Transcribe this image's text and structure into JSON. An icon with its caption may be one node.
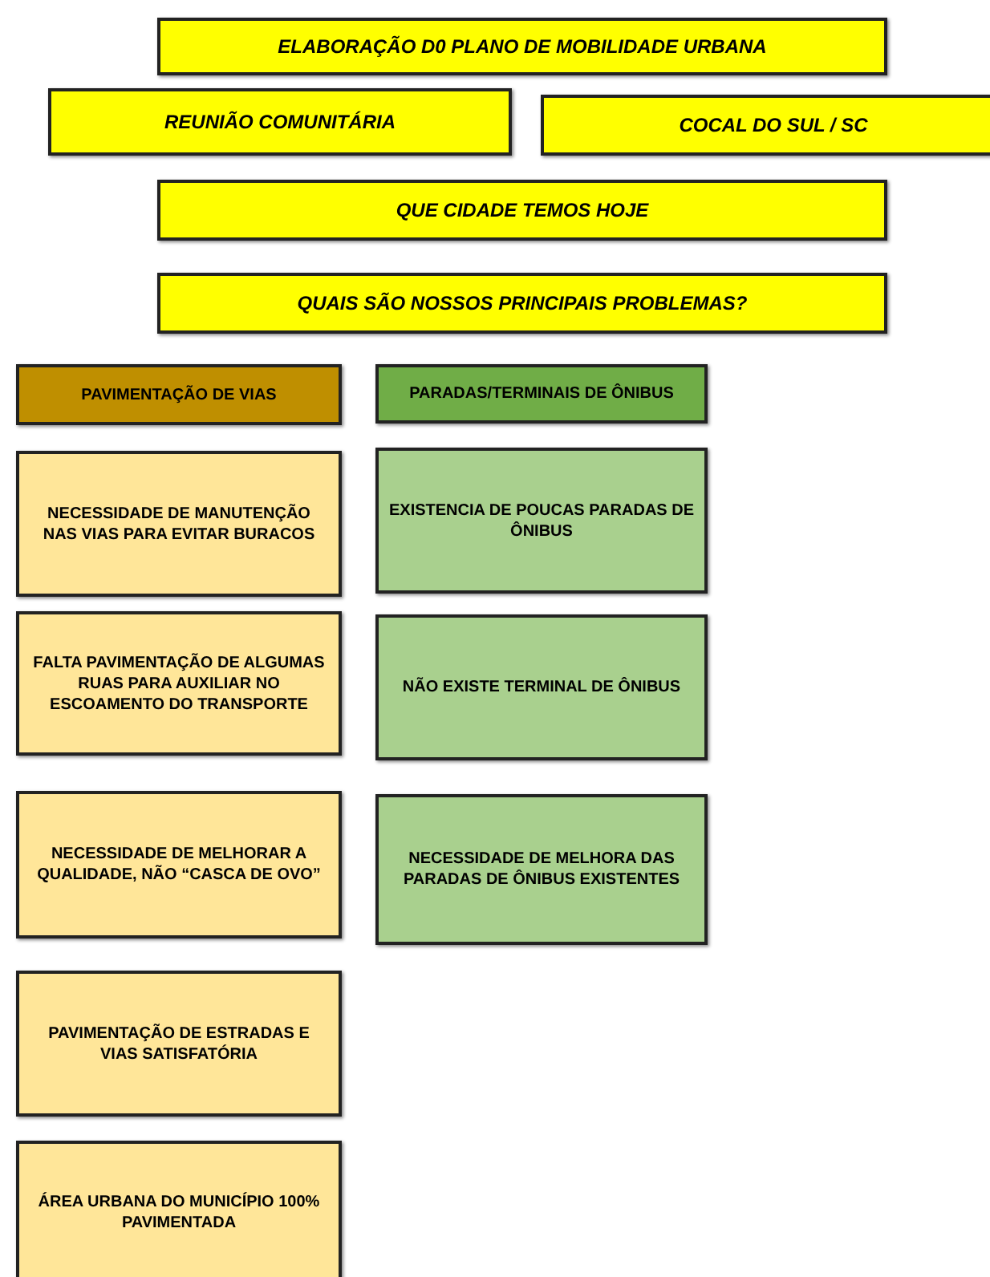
{
  "diagram": {
    "nodes": [
      {
        "text": [
          "ELABORAÇÃO D0 PLANO DE MOBILIDADE URBANA"
        ]
      },
      {
        "text": [
          "REUNIÃO COMUNITÁRIA"
        ]
      },
      {
        "text": [
          "COCAL DO SUL / SC"
        ]
      },
      {
        "text": [
          "QUE CIDADE TEMOS HOJE"
        ]
      },
      {
        "text": [
          "QUAIS SÃO NOSSOS PRINCIPAIS PROBLEMAS?"
        ]
      },
      {
        "text": [
          "PAVIMENTAÇÃO DE VIAS"
        ]
      },
      {
        "text": [
          "PARADAS/TERMINAIS DE ÔNIBUS"
        ]
      },
      {
        "text": [
          "NECESSIDADE DE MANUTENÇÃO NAS VIAS PARA EVITAR BURACOS"
        ]
      },
      {
        "text": [
          "EXISTENCIA DE POUCAS PARADAS DE ÔNIBUS"
        ]
      },
      {
        "text": [
          "FALTA PAVIMENTAÇÃO DE ALGUMAS RUAS PARA AUXILIAR NO ESCOAMENTO DO TRANSPORTE"
        ]
      },
      {
        "text": [
          "NÃO EXISTE TERMINAL DE ÔNIBUS"
        ]
      },
      {
        "text": [
          "NECESSIDADE DE MELHORAR A QUALIDADE, NÃO “CASCA DE OVO”"
        ]
      },
      {
        "text": [
          "NECESSIDADE DE MELHORA DAS PARADAS DE ÔNIBUS EXISTENTES"
        ]
      },
      {
        "text": [
          "PAVIMENTAÇÃO DE ESTRADAS E VIAS SATISFATÓRIA"
        ]
      },
      {
        "text": [
          "ÁREA URBANA DO MUNICÍPIO 100% PAVIMENTADA"
        ]
      }
    ],
    "edges": []
  }
}
